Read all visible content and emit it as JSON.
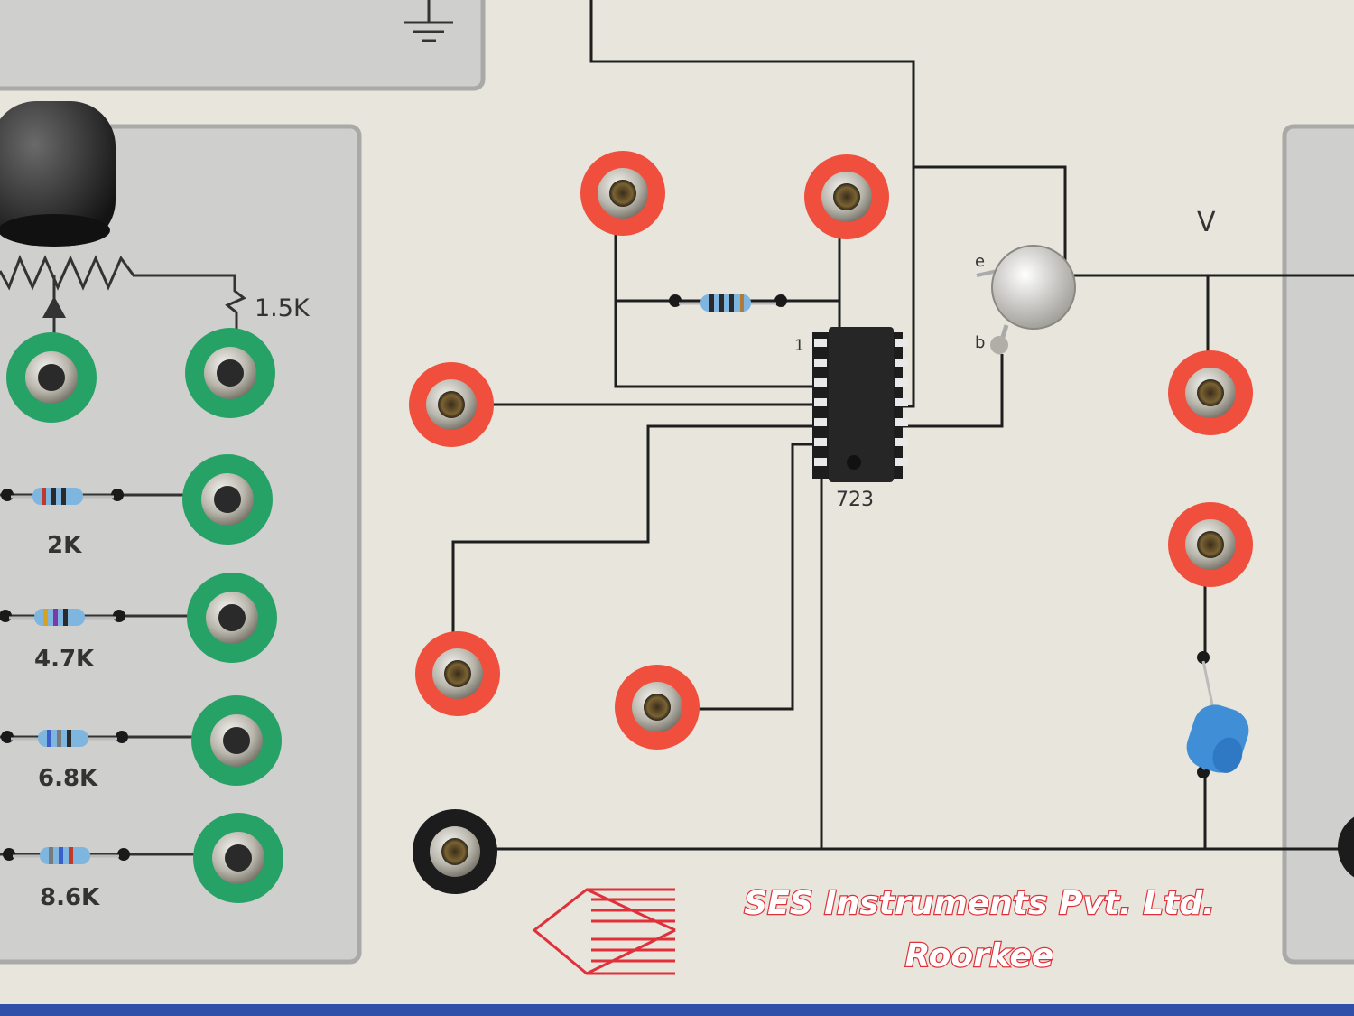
{
  "left_panel": {
    "labels": {
      "r_pot_series": "1.5K",
      "r1": "2K",
      "r2": "4.7K",
      "r3": "6.8K",
      "r4": "8.6K"
    }
  },
  "circuit": {
    "ic": {
      "label": "723",
      "pin1": "1"
    },
    "transistor": {
      "emitter": "e",
      "base": "b"
    },
    "output_label": "V"
  },
  "branding": {
    "company": "SES Instruments Pvt. Ltd.",
    "city": "Roorkee"
  },
  "colors": {
    "board": "#e7e5dc",
    "panel": "#cfcfcd",
    "trace": "#1e1e1e",
    "socket_red": "#ef4f3c",
    "socket_green": "#27a266",
    "socket_black": "#1c1c1c",
    "brand_red": "#e0303a",
    "bottom_strip": "#2f4fa8"
  }
}
